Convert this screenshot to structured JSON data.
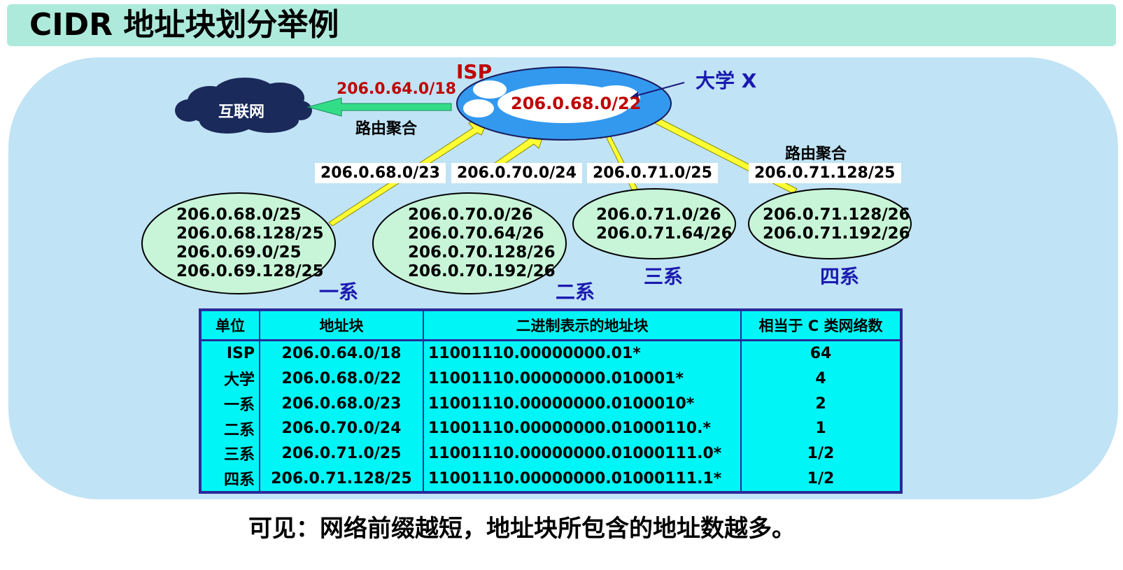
{
  "title": "CIDR 地址块划分举例",
  "internet_label": "互联网",
  "isp": {
    "label": "ISP",
    "aggregate_route": "206.0.64.0/18",
    "aggregate_caption": "路由聚合",
    "university_block": "206.0.68.0/22"
  },
  "university_label": "大学 X",
  "aggregate_caption_right": "路由聚合",
  "routes": [
    "206.0.68.0/23",
    "206.0.70.0/24",
    "206.0.71.0/25",
    "206.0.71.128/25"
  ],
  "departments": [
    {
      "name": "一系",
      "blocks": [
        "206.0.68.0/25",
        "206.0.68.128/25",
        "206.0.69.0/25",
        "206.0.69.128/25"
      ]
    },
    {
      "name": "二系",
      "blocks": [
        "206.0.70.0/26",
        "206.0.70.64/26",
        "206.0.70.128/26",
        "206.0.70.192/26"
      ]
    },
    {
      "name": "三系",
      "blocks": [
        "206.0.71.0/26",
        "206.0.71.64/26"
      ]
    },
    {
      "name": "四系",
      "blocks": [
        "206.0.71.128/26",
        "206.0.71.192/26"
      ]
    }
  ],
  "table": {
    "headers": [
      "单位",
      "地址块",
      "二进制表示的地址块",
      "相当于 C 类网络数"
    ],
    "rows": [
      [
        "ISP",
        "206.0.64.0/18",
        "11001110.00000000.01*",
        "64"
      ],
      [
        "大学",
        "206.0.68.0/22",
        "11001110.00000000.010001*",
        "4"
      ],
      [
        "一系",
        "206.0.68.0/23",
        "11001110.00000000.0100010*",
        "2"
      ],
      [
        "二系",
        "206.0.70.0/24",
        "11001110.00000000.01000110.*",
        "1"
      ],
      [
        "三系",
        "206.0.71.0/25",
        "11001110.00000000.01000111.0*",
        "1/2"
      ],
      [
        "四系",
        "206.0.71.128/25",
        "11001110.00000000.01000111.1*",
        "1/2"
      ]
    ]
  },
  "conclusion": "可见：网络前缀越短，地址块所包含的地址数越多。",
  "colors": {
    "title_bg": "#aeeadb",
    "panel_bg": "#c0e3f5",
    "isp_oval": "#3399ee",
    "dept_oval": "#c8f5d8",
    "arrow_yellow": "#ffff33",
    "arrow_green": "#33dd88",
    "cloud": "#1a2a5a",
    "red_text": "#c00000",
    "blue_text": "#1a1ab0",
    "table_bg": "#00f6f6"
  }
}
